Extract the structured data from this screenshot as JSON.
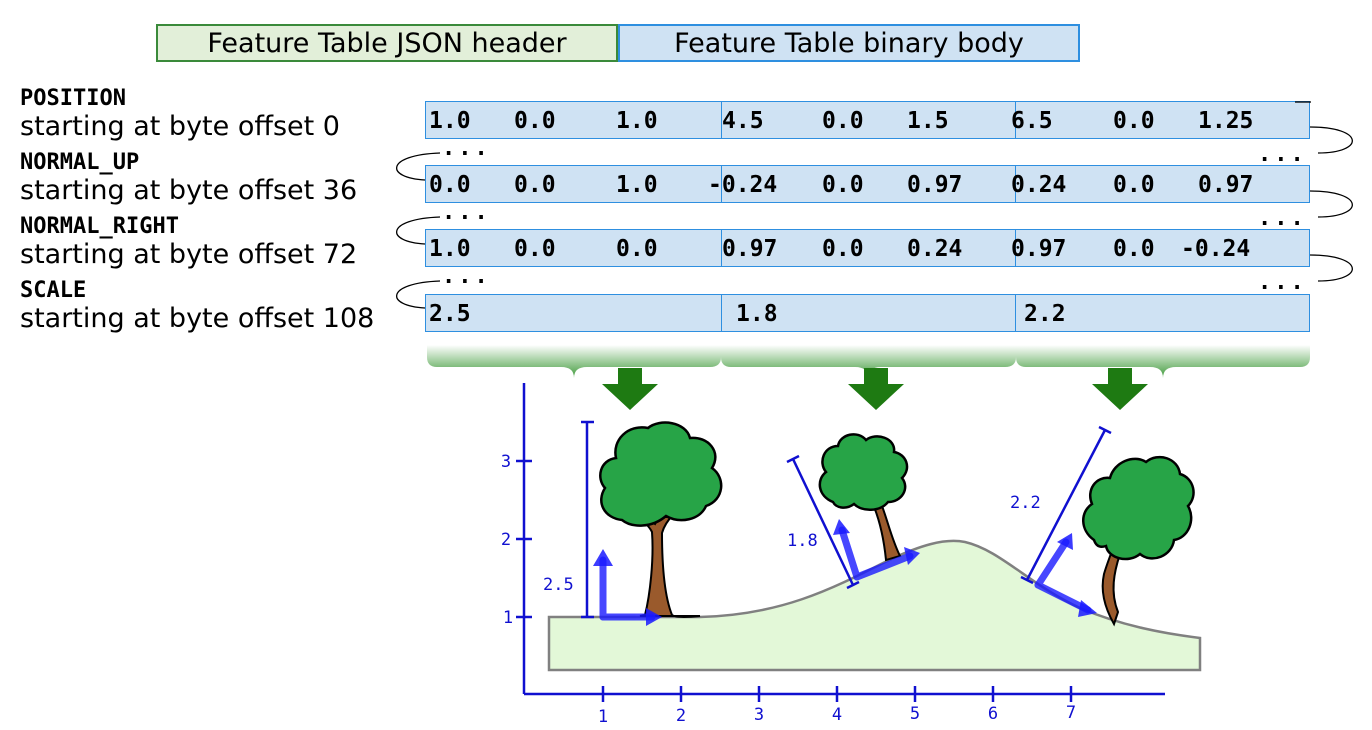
{
  "header": {
    "json_label": "Feature Table JSON header",
    "binary_label": "Feature Table binary body"
  },
  "properties": [
    {
      "name": "POSITION",
      "offset_text": "starting at byte offset 0",
      "cells": [
        [
          "1.0",
          "0.0",
          "1.0"
        ],
        [
          "4.5",
          "0.0",
          "1.5"
        ],
        [
          "6.5",
          "0.0",
          "1.25"
        ]
      ]
    },
    {
      "name": "NORMAL_UP",
      "offset_text": "starting at byte offset 36",
      "cells": [
        [
          "0.0",
          "0.0",
          "1.0"
        ],
        [
          "-0.24",
          "0.0",
          "0.97"
        ],
        [
          "0.24",
          "0.0",
          "0.97"
        ]
      ]
    },
    {
      "name": "NORMAL_RIGHT",
      "offset_text": "starting at byte offset 72",
      "cells": [
        [
          "1.0",
          "0.0",
          "0.0"
        ],
        [
          "0.97",
          "0.0",
          "0.24"
        ],
        [
          "0.97",
          "0.0",
          "-0.24"
        ]
      ]
    },
    {
      "name": "SCALE",
      "offset_text": "starting at byte offset 108",
      "cells": [
        [
          "2.5"
        ],
        [
          "1.8"
        ],
        [
          "2.2"
        ]
      ]
    }
  ],
  "continuation": "...",
  "axis": {
    "x_ticks": [
      "1",
      "2",
      "3",
      "4",
      "5",
      "6",
      "7"
    ],
    "y_ticks": [
      "1",
      "2",
      "3"
    ]
  },
  "scale_labels": [
    "2.5",
    "1.8",
    "2.2"
  ],
  "colors": {
    "header_green_fill": "#e2efd9",
    "header_green_border": "#3a8a3a",
    "binary_blue_fill": "#cfe2f3",
    "binary_blue_border": "#2e8fe0",
    "axis_blue": "#1010d0",
    "arrow_green": "#1e7a12",
    "hill_fill": "#e3f8d8",
    "tree_green": "#27a447",
    "trunk_brown": "#9a5a2c"
  }
}
